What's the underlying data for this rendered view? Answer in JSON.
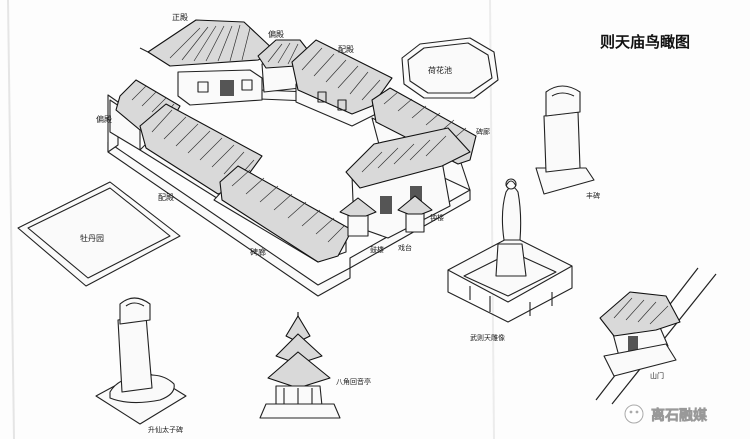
{
  "title": "则天庙鸟瞰图",
  "labels": {
    "main_hall": "正殿",
    "side_hall_top": "偏殿",
    "wing_hall": "配殿",
    "side_hall_left": "偏殿",
    "lotus_pond": "荷花池",
    "feng_stele": "丰碑",
    "wing_hall_front": "配殿",
    "stele_corridor_right": "碑廊",
    "peony_garden": "牡丹园",
    "stele_corridor_front": "碑廊",
    "bell_tower": "钟楼",
    "drum_tower": "鼓楼",
    "opera_stage": "戏台",
    "wu_zetian_statue": "武则天雕像",
    "mountain_gate": "山门",
    "octagonal_pavilion": "八角回音亭",
    "shengxian_stele": "升仙太子碑"
  },
  "watermark": "离石融媒"
}
